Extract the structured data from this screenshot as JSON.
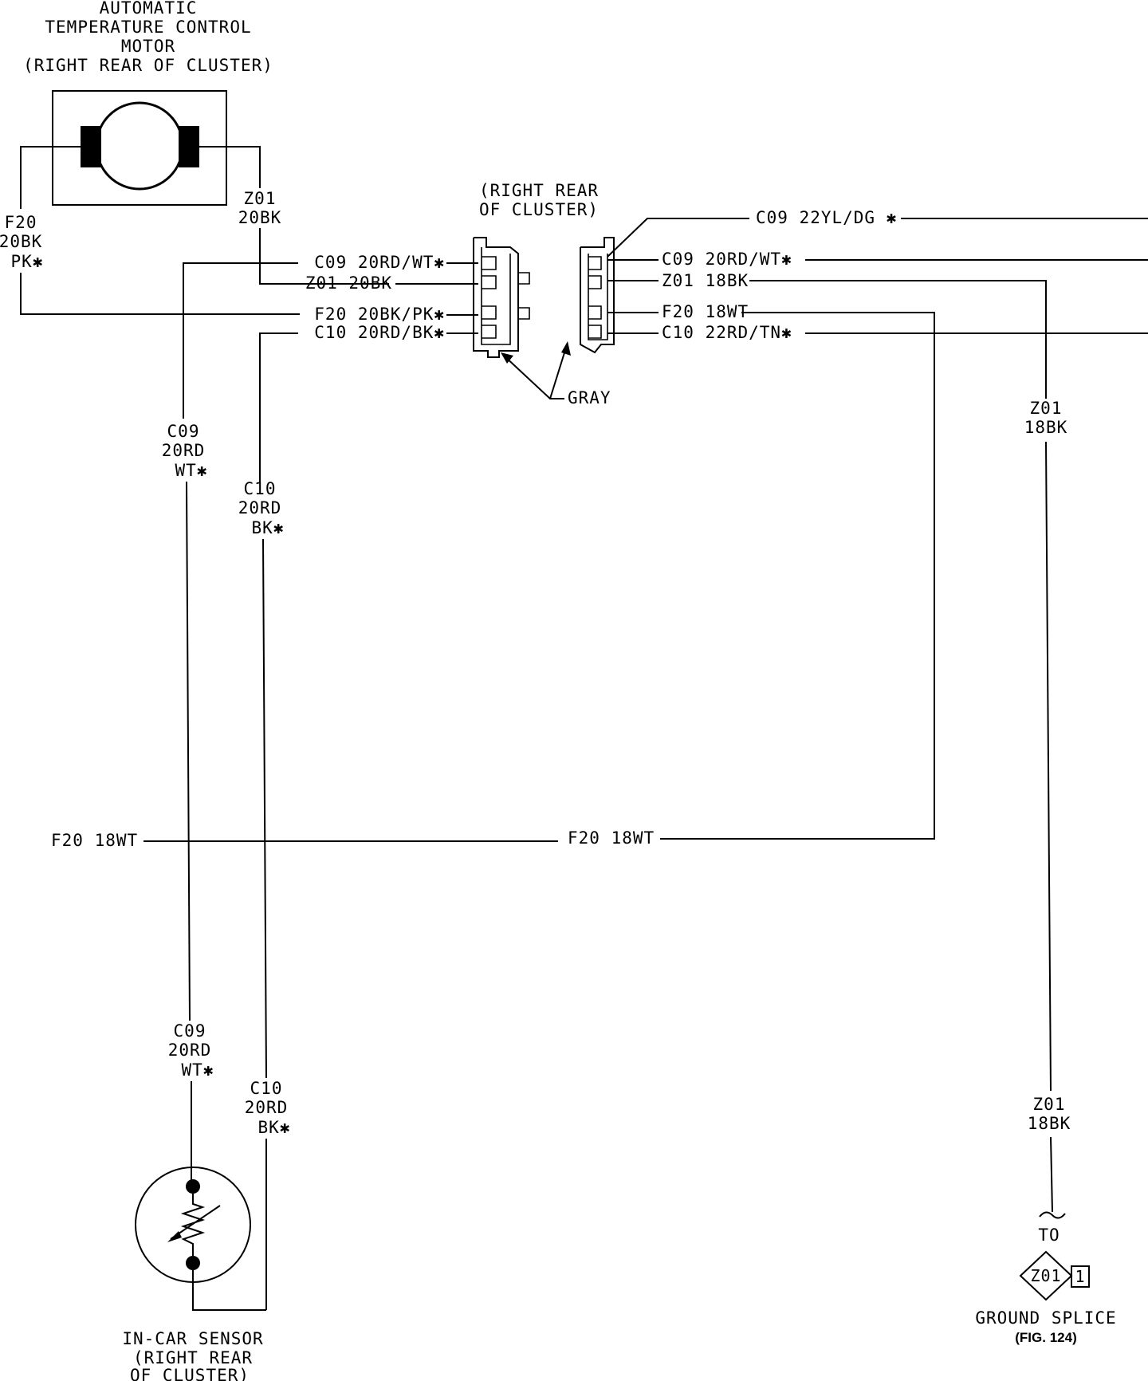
{
  "motor": {
    "title_lines": [
      "AUTOMATIC",
      "TEMPERATURE CONTROL",
      "MOTOR",
      "(RIGHT REAR OF CLUSTER)"
    ]
  },
  "connector": {
    "location_lines": [
      "(RIGHT REAR",
      "OF CLUSTER)"
    ],
    "color_label": "GRAY",
    "left_pins": [
      "C09 20RD/WT✱",
      "Z01 20BK",
      "F20 20BK/PK✱",
      "C10 20RD/BK✱"
    ],
    "right_pins": [
      "C09 22YL/DG ✱",
      "C09 20RD/WT✱",
      "Z01 18BK",
      "F20 18WT",
      "C10 22RD/TN✱"
    ]
  },
  "wire_labels": {
    "motor_left": [
      "F20",
      "20BK",
      "PK✱"
    ],
    "motor_right": [
      "Z01",
      "20BK"
    ],
    "c09_upper": [
      "C09",
      "20RD",
      "WT✱"
    ],
    "c10_upper": [
      "C10",
      "20RD",
      "BK✱"
    ],
    "c09_lower": [
      "C09",
      "20RD",
      "WT✱"
    ],
    "c10_lower": [
      "C10",
      "20RD",
      "BK✱"
    ],
    "z01_upper": [
      "Z01",
      "18BK"
    ],
    "z01_lower": [
      "Z01",
      "18BK"
    ],
    "f20_left": "F20 18WT",
    "f20_mid": "F20 18WT"
  },
  "sensor": {
    "title_lines": [
      "IN-CAR SENSOR",
      "(RIGHT REAR",
      "OF CLUSTER)"
    ]
  },
  "ground": {
    "to_label": "TO",
    "splice_code": "Z01",
    "splice_number": "1",
    "title": "GROUND SPLICE",
    "fig_ref": "(FIG. 124)"
  }
}
